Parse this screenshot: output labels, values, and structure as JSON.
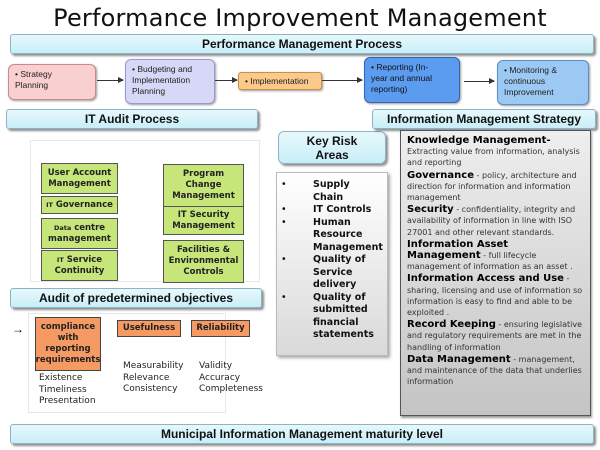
{
  "title": "Performance Improvement Management",
  "performance_process": {
    "banner": "Performance Management Process",
    "steps": [
      {
        "label": "• Strategy\nPlanning",
        "color": "#f9cfcf"
      },
      {
        "label": "• Budgeting and\nImplementation\nPlanning",
        "color": "#d7d7f7"
      },
      {
        "label": "• Implementation",
        "color": "#fbc98a"
      },
      {
        "label": "• Reporting (In-\nyear and annual\nreporting)",
        "color": "#5b9bf0"
      },
      {
        "label": "• Monitoring &\ncontinuous\nImprovement",
        "color": "#9cc9f3"
      }
    ]
  },
  "it_audit": {
    "banner": "IT Audit Process",
    "left_boxes": [
      {
        "label": "User Account Management"
      },
      {
        "prefix": "IT",
        "label": "Governance"
      },
      {
        "prefix": "Data",
        "label": "centre management"
      },
      {
        "prefix": "IT",
        "label": "Service Continuity"
      }
    ],
    "right_boxes": [
      {
        "label": "Program Change Management"
      },
      {
        "label": "IT Security Management"
      },
      {
        "label": "Facilities & Environmental Controls"
      }
    ]
  },
  "audit_objectives": {
    "banner": "Audit of predetermined objectives",
    "arrow": "→",
    "columns": [
      {
        "label": "compliance with reporting requirements",
        "items": [
          "Existence",
          "Timeliness",
          "Presentation"
        ]
      },
      {
        "label": "Usefulness",
        "items": [
          "Measurability",
          "Relevance",
          "Consistency"
        ]
      },
      {
        "label": "Reliability",
        "items": [
          "Validity",
          "Accuracy",
          "Completeness"
        ]
      }
    ]
  },
  "key_risk": {
    "banner": "Key Risk Areas",
    "items": [
      "Supply Chain",
      "IT Controls",
      "Human Resource Management",
      "Quality of Service delivery",
      "Quality of submitted financial statements"
    ]
  },
  "im_strategy": {
    "banner": "Information Management Strategy",
    "items": [
      {
        "heading": "Knowledge Management-",
        "text": " Extracting value from information, analysis and reporting"
      },
      {
        "heading": "Governance",
        "text": " - policy, architecture and direction for information and information management"
      },
      {
        "heading": "Security",
        "text": " - confidentiality, integrity and availability of information in line with ISO 27001 and other relevant standards."
      },
      {
        "heading": "Information Asset Management",
        "text": " - full lifecycle management of information as an asset ."
      },
      {
        "heading": "Information Access and Use",
        "text": " - sharing, licensing and use of information so information is easy to find and able to be exploited ."
      },
      {
        "heading": "Record Keeping",
        "text": " - ensuring legislative and regulatory requirements are met in the handling of information"
      },
      {
        "heading": "Data Management",
        "text": " - management, and maintenance of the data that underlies information"
      }
    ]
  },
  "footer": {
    "banner": "Municipal Information Management maturity level"
  }
}
